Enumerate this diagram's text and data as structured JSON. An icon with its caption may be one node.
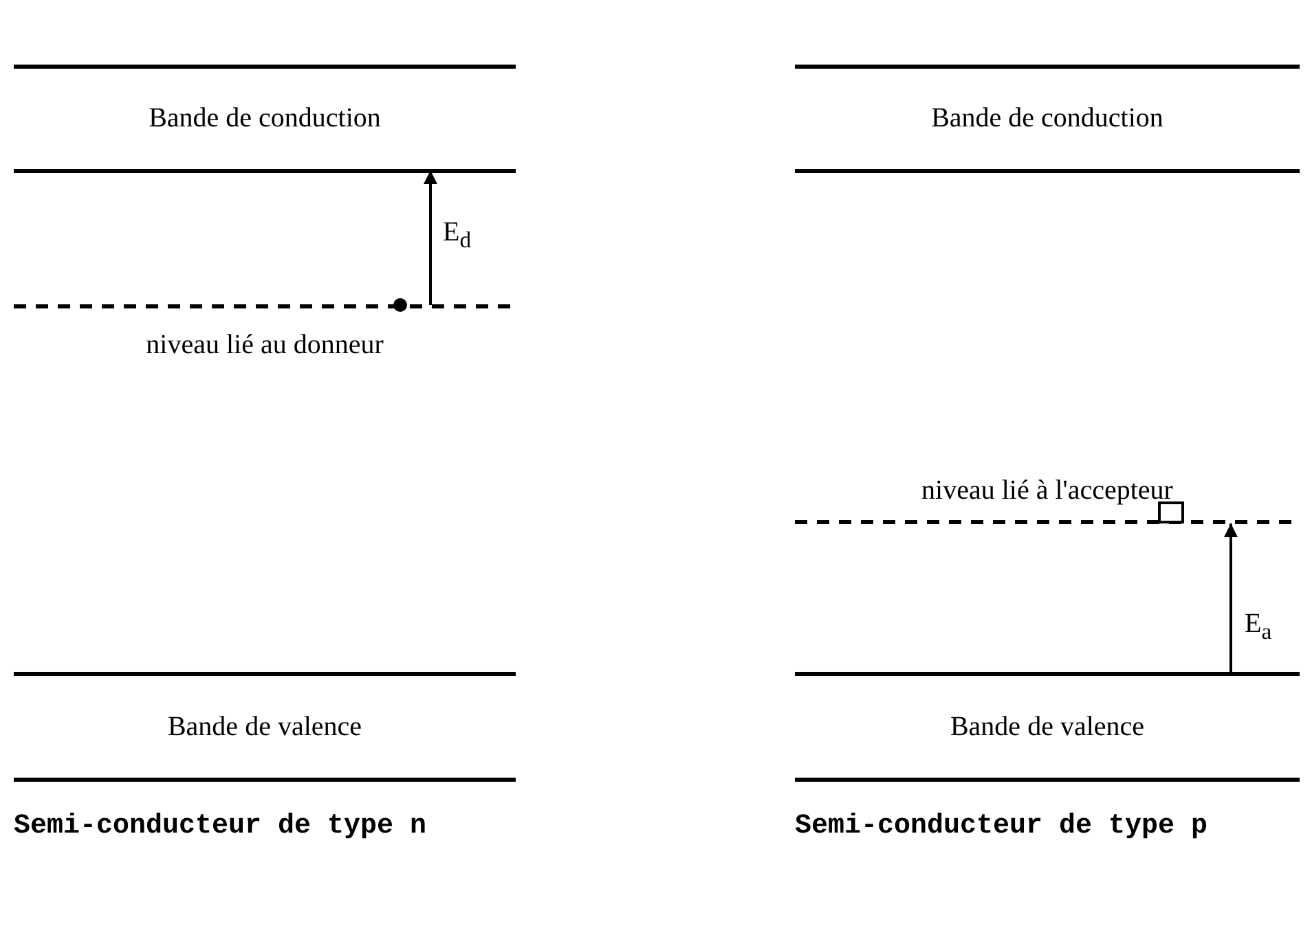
{
  "diagram": {
    "nodes": [
      {
        "text": [
          "Bande de conduction"
        ]
      },
      {
        "text": [
          "Bande de valence"
        ]
      },
      {
        "text": [
          "Bande de conduction"
        ]
      },
      {
        "text": [
          "Bande de valence"
        ]
      }
    ],
    "labels": [
      "E$_{d}$",
      "niveau lié au donneur",
      "niveau lié à l'accepteur",
      "E$_{a}$",
      "Semi-conducteur de type n",
      "Semi-conducteur de type p"
    ]
  }
}
